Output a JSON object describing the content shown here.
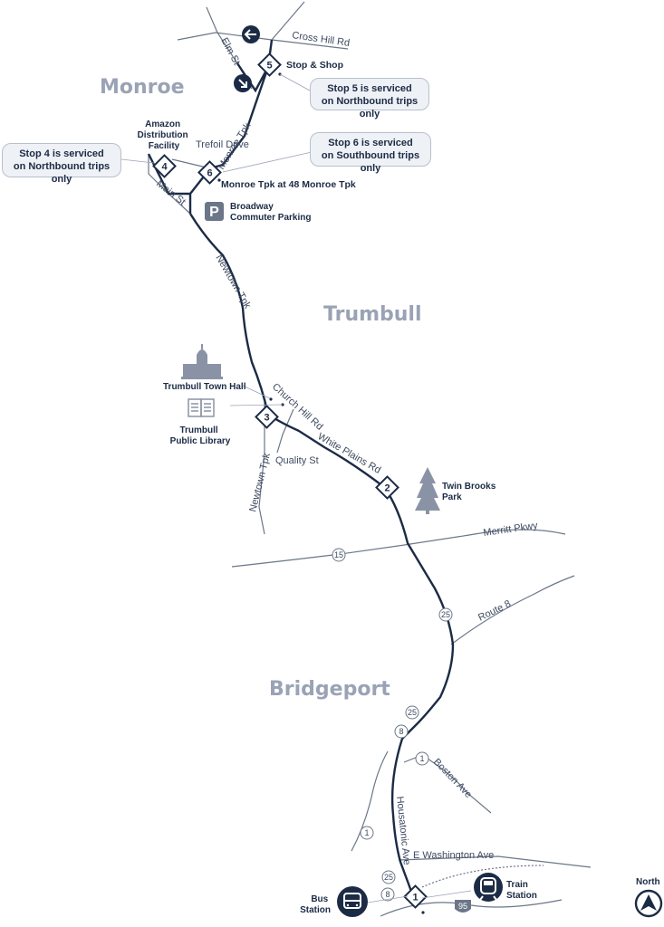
{
  "towns": {
    "monroe": "Monroe",
    "trumbull": "Trumbull",
    "bridgeport": "Bridgeport"
  },
  "roads": {
    "cross_hill_rd": "Cross Hill Rd",
    "elm_st": "Elm St",
    "monroe_tpk": "Monroe Tpk",
    "main_st": "Main St",
    "newtown_tpk": "Newtown Tpk",
    "newtown_tpk_south": "Newtown Tpk",
    "church_hill_rd": "Church Hill Rd",
    "quality_st": "Quality St",
    "white_plains_rd": "White Plains Rd",
    "merritt_pkwy": "Merritt Pkwy",
    "route_8": "Route 8",
    "boston_ave": "Boston Ave",
    "housatonic_ave": "Housatonic Ave",
    "e_washington_ave": "E Washington Ave",
    "trefoil_drive": "Trefoil Drive"
  },
  "shields": {
    "r15": "15",
    "r25a": "25",
    "r25b": "25",
    "r25c": "25",
    "r8a": "8",
    "r8b": "8",
    "r1a": "1",
    "r1b": "1",
    "i95": "95"
  },
  "stops": {
    "s1": {
      "num": "1"
    },
    "s2": {
      "num": "2"
    },
    "s3": {
      "num": "3"
    },
    "s4": {
      "num": "4",
      "label_line1": "Amazon",
      "label_line2": "Distribution",
      "label_line3": "Facility"
    },
    "s5": {
      "num": "5",
      "label": "Stop & Shop"
    },
    "s6": {
      "num": "6",
      "label": "Monroe Tpk at 48 Monroe Tpk"
    }
  },
  "pois": {
    "parking_line1": "Broadway",
    "parking_line2": "Commuter Parking",
    "town_hall": "Trumbull Town Hall",
    "library_line1": "Trumbull",
    "library_line2": "Public Library",
    "twin_brooks_line1": "Twin Brooks",
    "twin_brooks_line2": "Park",
    "bus_line1": "Bus",
    "bus_line2": "Station",
    "train_line1": "Train",
    "train_line2": "Station",
    "parking_icon": "P"
  },
  "callouts": {
    "stop5": {
      "line1": "Stop 5 is serviced",
      "line2": "on Northbound trips only"
    },
    "stop4": {
      "line1": "Stop 4 is serviced",
      "line2": "on Northbound trips only"
    },
    "stop6": {
      "line1": "Stop 6 is serviced",
      "line2": "on Southbound trips only"
    }
  },
  "compass": {
    "label": "North"
  },
  "colors": {
    "route": "#1c2b45",
    "road": "#6b7688",
    "callout_bg": "#eef1f5",
    "town": "#9aa3b5"
  }
}
